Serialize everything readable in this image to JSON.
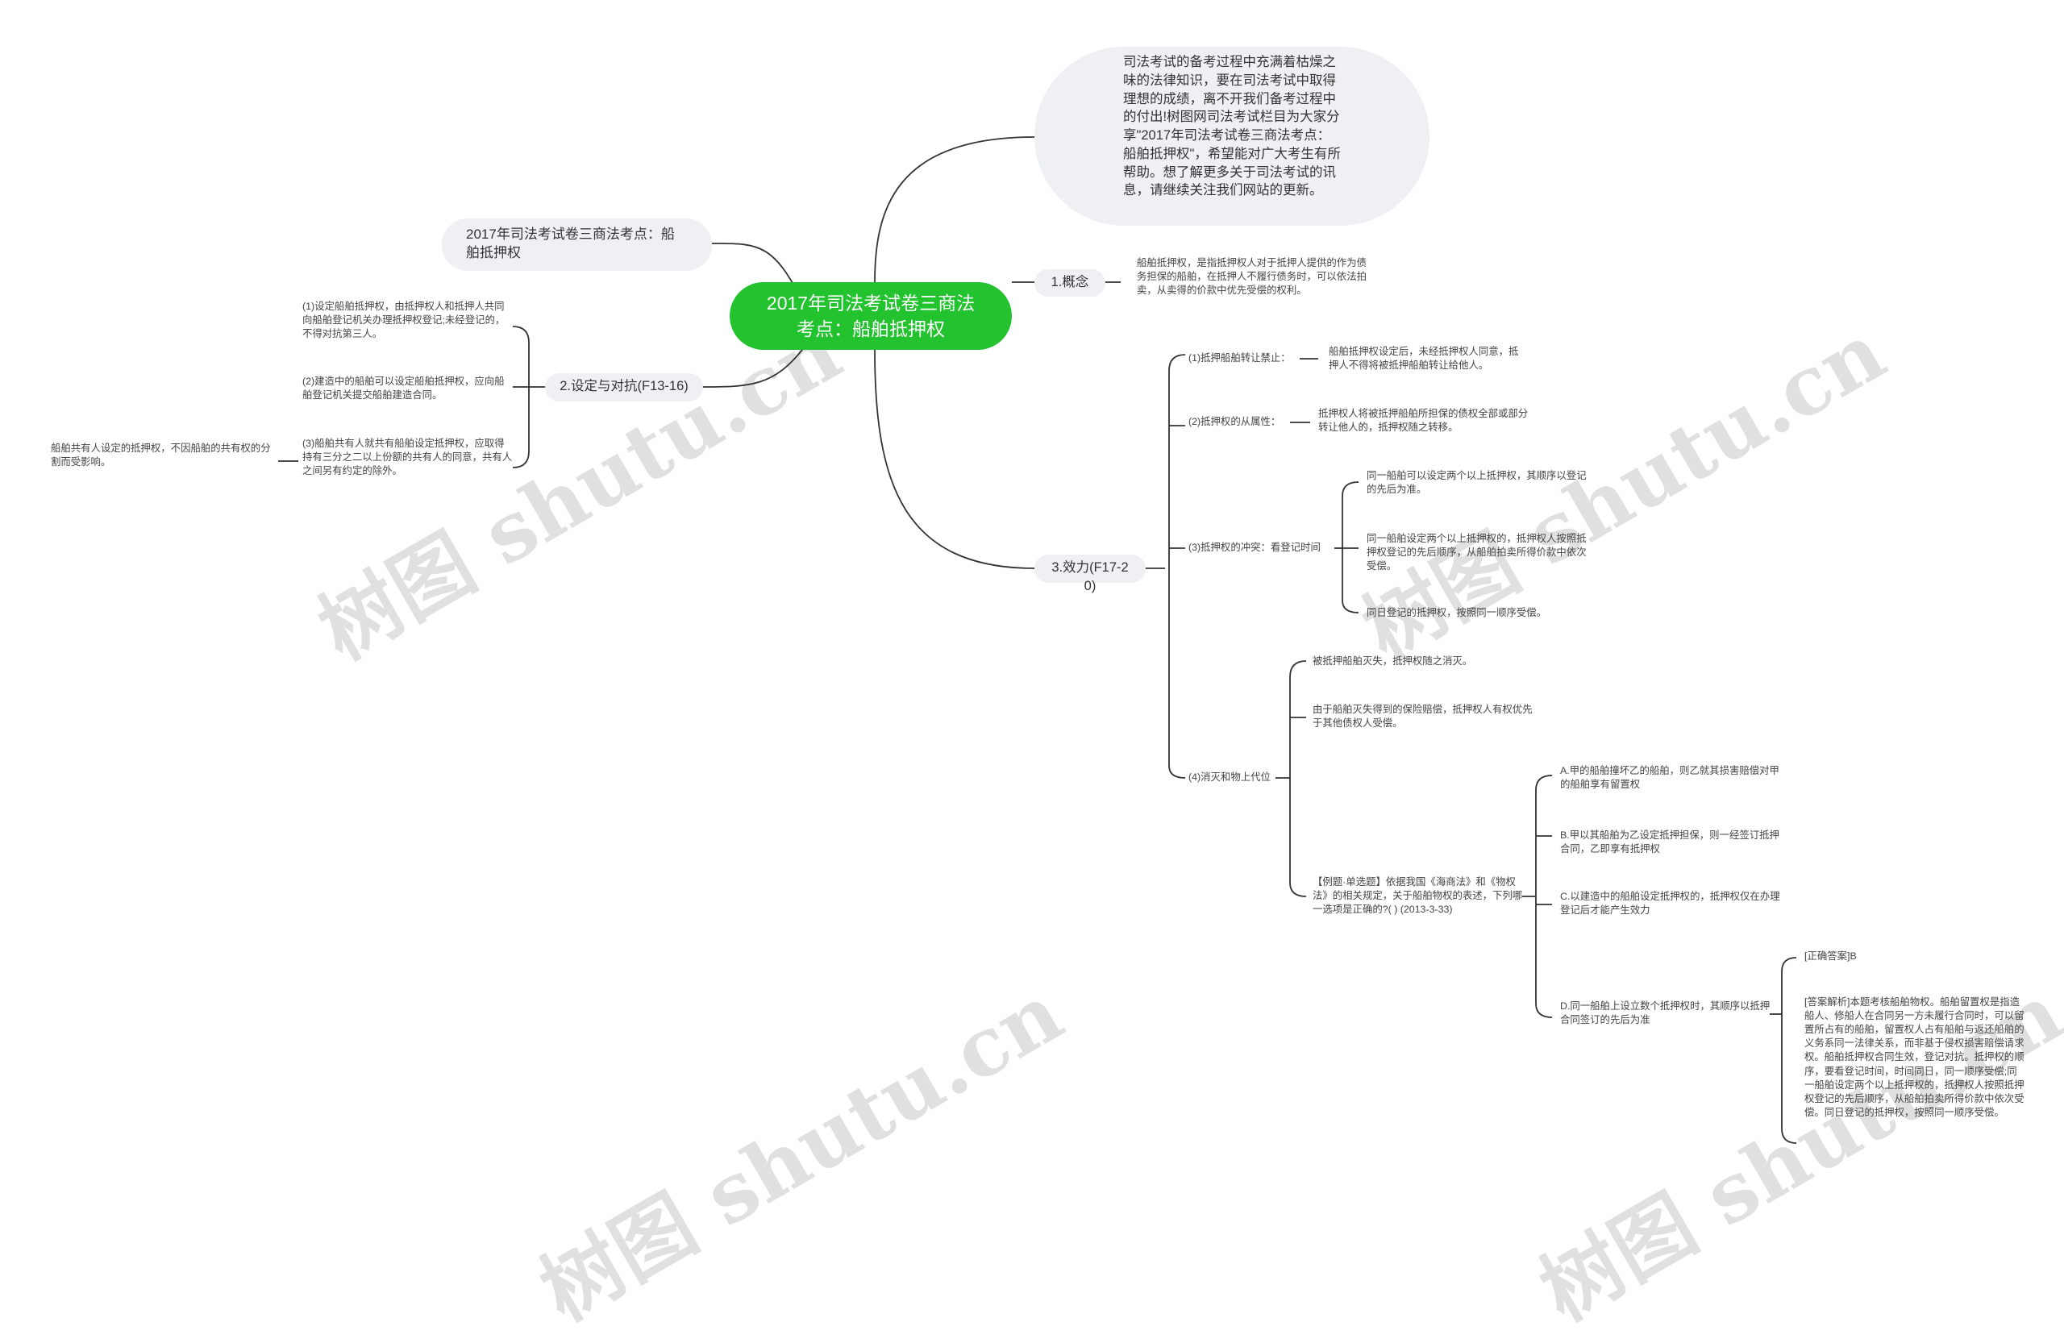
{
  "root": "2017年司法考试卷三商法考点：船舶抵押权",
  "intro": "司法考试的备考过程中充满着枯燥之味的法律知识，要在司法考试中取得理想的成绩，离不开我们备考过程中的付出!树图网司法考试栏目为大家分享\"2017年司法考试卷三商法考点：船舶抵押权\"，希望能对广大考生有所帮助。想了解更多关于司法考试的讯息，请继续关注我们网站的更新。",
  "left_title": "2017年司法考试卷三商法考点：船舶抵押权",
  "concept": {
    "label": "1.概念",
    "text": "船舶抵押权，是指抵押权人对于抵押人提供的作为债务担保的船舶，在抵押人不履行债务时，可以依法拍卖，从卖得的价款中优先受偿的权利。"
  },
  "setup": {
    "label": "2.设定与对抗(F13-16)",
    "items": [
      "(1)设定船舶抵押权，由抵押权人和抵押人共同向船舶登记机关办理抵押权登记;未经登记的，不得对抗第三人。",
      "(2)建造中的船舶可以设定船舶抵押权，应向船舶登记机关提交船舶建造合同。",
      "(3)船舶共有人就共有船舶设定抵押权，应取得持有三分之二以上份额的共有人的同意，共有人之间另有约定的除外。"
    ],
    "sub3": "船舶共有人设定的抵押权，不因船舶的共有权的分割而受影响。"
  },
  "effect": {
    "label": "3.效力(F17-20)",
    "transfer_label": "(1)抵押船舶转让禁止：",
    "transfer_text": "船舶抵押权设定后，未经抵押权人同意，抵押人不得将被抵押船舶转让给他人。",
    "accessory_label": "(2)抵押权的从属性：",
    "accessory_text": "抵押权人将被抵押船舶所担保的债权全部或部分转让他人的，抵押权随之转移。",
    "conflict_label": "(3)抵押权的冲突：看登记时间",
    "conflict_items": [
      "同一船舶可以设定两个以上抵押权，其顺序以登记的先后为准。",
      "同一船舶设定两个以上抵押权的，抵押权人按照抵押权登记的先后顺序，从船舶拍卖所得价款中依次受偿。",
      "同日登记的抵押权，按照同一顺序受偿。"
    ],
    "extinction_label": "(4)消灭和物上代位",
    "extinction_items": [
      "被抵押船舶灭失，抵押权随之消灭。",
      "由于船舶灭失得到的保险赔偿，抵押权人有权优先于其他债权人受偿。"
    ],
    "question": "【例题·单选题】依据我国《海商法》和《物权法》的相关规定，关于船舶物权的表述，下列哪一选项是正确的?( ) (2013-3-33)",
    "options": [
      "A.甲的船舶撞坏乙的船舶，则乙就其损害赔偿对甲的船舶享有留置权",
      "B.甲以其船舶为乙设定抵押担保，则一经签订抵押合同，乙即享有抵押权",
      "C.以建造中的船舶设定抵押权的，抵押权仅在办理登记后才能产生效力",
      "D.同一船舶上设立数个抵押权时，其顺序以抵押合同签订的先后为准"
    ],
    "answer": "[正确答案]B",
    "analysis": "[答案解析]本题考核船舶物权。船舶留置权是指造船人、修船人在合同另一方未履行合同时，可以留置所占有的船舶，留置权人占有船舶与返还船舶的义务系同一法律关系，而非基于侵权损害赔偿请求权。船舶抵押权合同生效，登记对抗。抵押权的顺序，要看登记时间，时间同日，同一顺序受偿;同一船舶设定两个以上抵押权的，抵押权人按照抵押权登记的先后顺序，从船舶拍卖所得价款中依次受偿。同日登记的抵押权，按照同一顺序受偿。"
  },
  "watermark": "树图 shutu.cn",
  "colors": {
    "root_bg": "#22c32e",
    "pill_bg": "#eef0f4",
    "line": "#333333"
  }
}
